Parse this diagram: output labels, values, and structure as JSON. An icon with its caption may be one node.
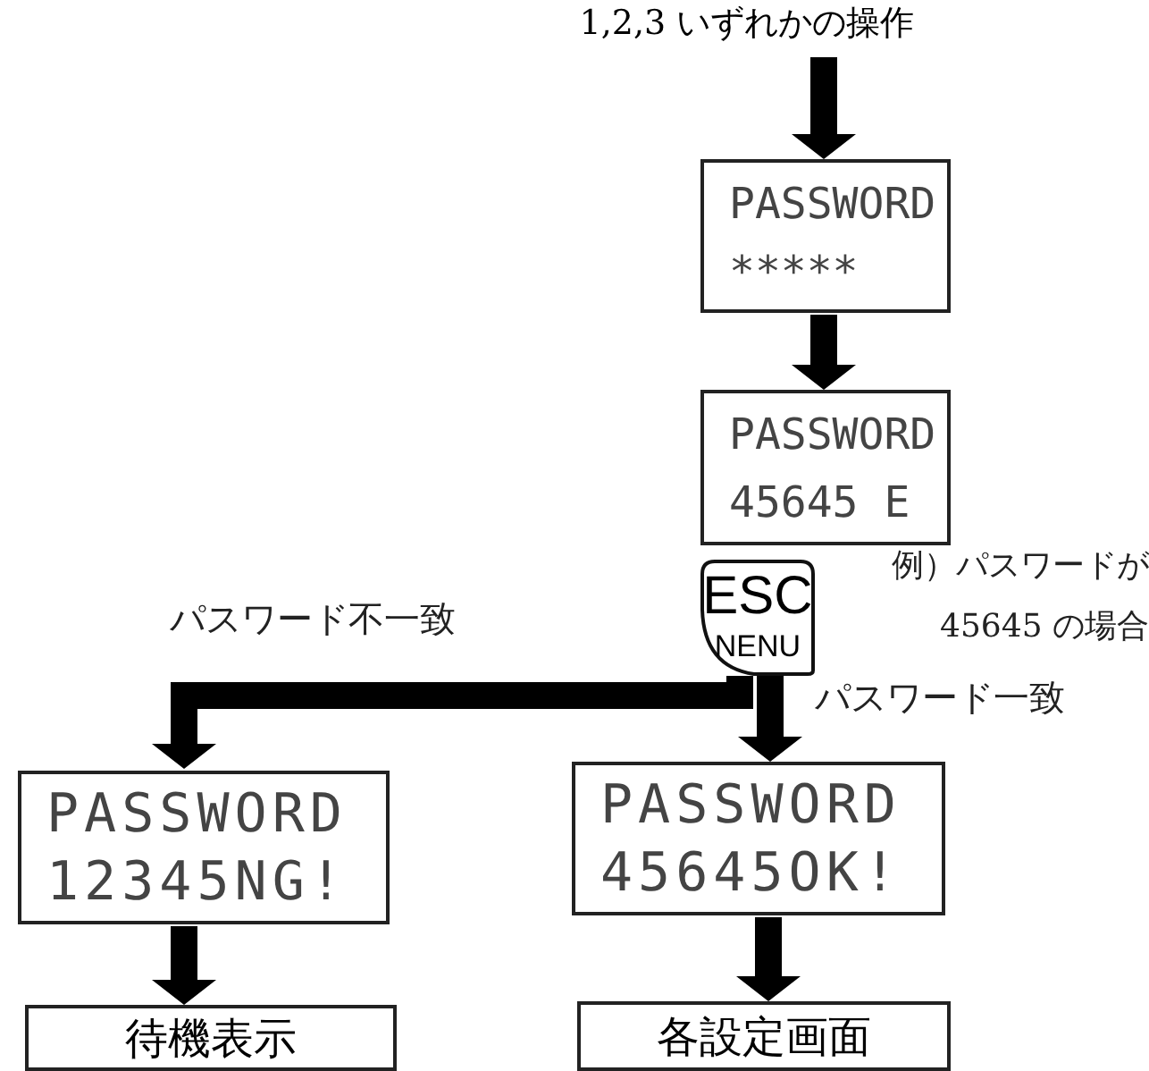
{
  "diagram": {
    "nodes": [
      {
        "text": [
          "1,2,3 いずれかの操作"
        ]
      },
      {
        "text": [
          "PASSWORD",
          "*****"
        ]
      },
      {
        "text": [
          "PASSWORD",
          "45645 E"
        ]
      },
      {
        "text": [
          "ESC",
          "NENU"
        ]
      },
      {
        "text": [
          "PASSWORD",
          "12345NG!"
        ]
      },
      {
        "text": [
          "PASSWORD",
          "45645OK!"
        ]
      },
      {
        "text": [
          "待機表示"
        ]
      },
      {
        "text": [
          "各設定画面"
        ]
      }
    ],
    "edges": [
      {
        "from": 0,
        "to": 1,
        "arrow": "to"
      },
      {
        "from": 1,
        "to": 2,
        "arrow": "to"
      },
      {
        "from": 3,
        "to": 4,
        "arrow": "to",
        "label": "パスワード不一致"
      },
      {
        "from": 3,
        "to": 5,
        "arrow": "to",
        "label": "パスワード一致"
      },
      {
        "from": 4,
        "to": 6,
        "arrow": "to"
      },
      {
        "from": 5,
        "to": 7,
        "arrow": "to"
      }
    ],
    "labels": [
      "例）パスワードが 45645 の場合"
    ]
  }
}
